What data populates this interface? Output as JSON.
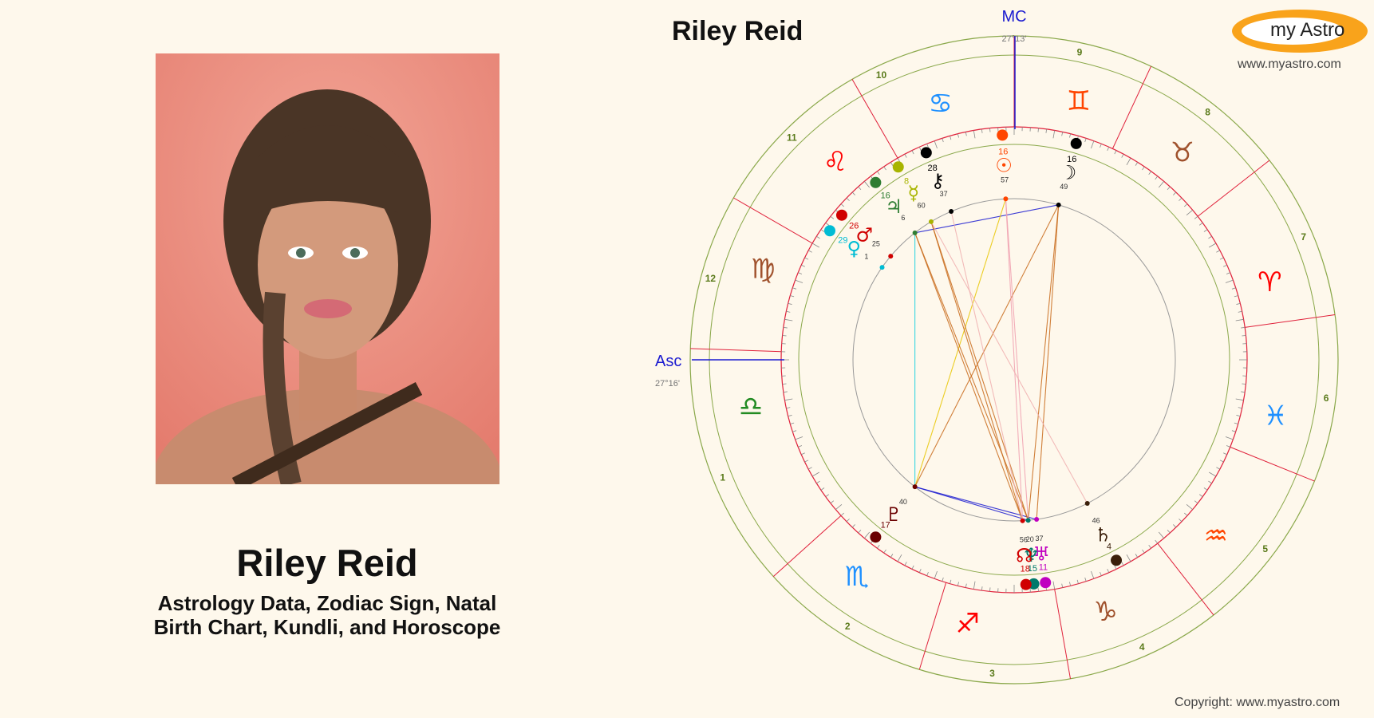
{
  "header": {
    "chart_title": "Riley Reid",
    "logo_text": "my Astro",
    "site": "www.myastro.com",
    "copyright": "Copyright: www.myastro.com"
  },
  "profile": {
    "name": "Riley Reid",
    "subtitle_line1": "Astrology Data, Zodiac Sign, Natal",
    "subtitle_line2": "Birth Chart, Kundli, and Horoscope"
  },
  "angles": {
    "mc_label": "MC",
    "mc_degree": "27°13'",
    "asc_label": "Asc",
    "asc_degree": "27°16'"
  },
  "signs": [
    {
      "name": "cancer",
      "glyph": "♋",
      "color": "#1e90ff"
    },
    {
      "name": "gemini",
      "glyph": "♊",
      "color": "#ff4500"
    },
    {
      "name": "taurus",
      "glyph": "♉",
      "color": "#a0522d"
    },
    {
      "name": "aries",
      "glyph": "♈",
      "color": "#ff0000"
    },
    {
      "name": "pisces",
      "glyph": "♓",
      "color": "#1e90ff"
    },
    {
      "name": "aquarius",
      "glyph": "♒",
      "color": "#ff4500"
    },
    {
      "name": "capricorn",
      "glyph": "♑",
      "color": "#a0522d"
    },
    {
      "name": "sagittarius",
      "glyph": "♐",
      "color": "#ff0000"
    },
    {
      "name": "scorpio",
      "glyph": "♏",
      "color": "#1e90ff"
    },
    {
      "name": "libra",
      "glyph": "♎",
      "color": "#228b22"
    },
    {
      "name": "virgo",
      "glyph": "♍",
      "color": "#a0522d"
    },
    {
      "name": "leo",
      "glyph": "♌",
      "color": "#ff0000"
    }
  ],
  "houses": [
    "10",
    "9",
    "8",
    "7",
    "6",
    "5",
    "4",
    "3",
    "2",
    "1",
    "12",
    "11"
  ],
  "planets": [
    {
      "name": "moon",
      "glyph": "☽",
      "deg": "16",
      "min": "49",
      "color": "#000000"
    },
    {
      "name": "sun",
      "glyph": "☉",
      "deg": "16",
      "min": "57",
      "color": "#ff4500"
    },
    {
      "name": "chiron",
      "glyph": "⚷",
      "deg": "28",
      "min": "37",
      "color": "#000000"
    },
    {
      "name": "mercury",
      "glyph": "☿",
      "deg": "8",
      "min": "60",
      "color": "#a8b400"
    },
    {
      "name": "jupiter",
      "glyph": "♃",
      "deg": "16",
      "min": "6",
      "color": "#2e7d32"
    },
    {
      "name": "mars",
      "glyph": "♂",
      "deg": "26",
      "min": "25",
      "color": "#d00000"
    },
    {
      "name": "venus",
      "glyph": "♀",
      "deg": "29",
      "min": "1",
      "color": "#00bcd4"
    },
    {
      "name": "pluto",
      "glyph": "♇",
      "deg": "17",
      "min": "40",
      "color": "#6b0000"
    },
    {
      "name": "saturn",
      "glyph": "♄",
      "deg": "4",
      "min": "46",
      "color": "#3b1f0a"
    },
    {
      "name": "uranus",
      "glyph": "♅",
      "deg": "11",
      "min": "37",
      "color": "#c000c0"
    },
    {
      "name": "neptune",
      "glyph": "♆",
      "deg": "15",
      "min": "20",
      "color": "#00796b"
    },
    {
      "name": "node",
      "glyph": "☊",
      "deg": "18",
      "min": "56",
      "color": "#d00000"
    }
  ]
}
